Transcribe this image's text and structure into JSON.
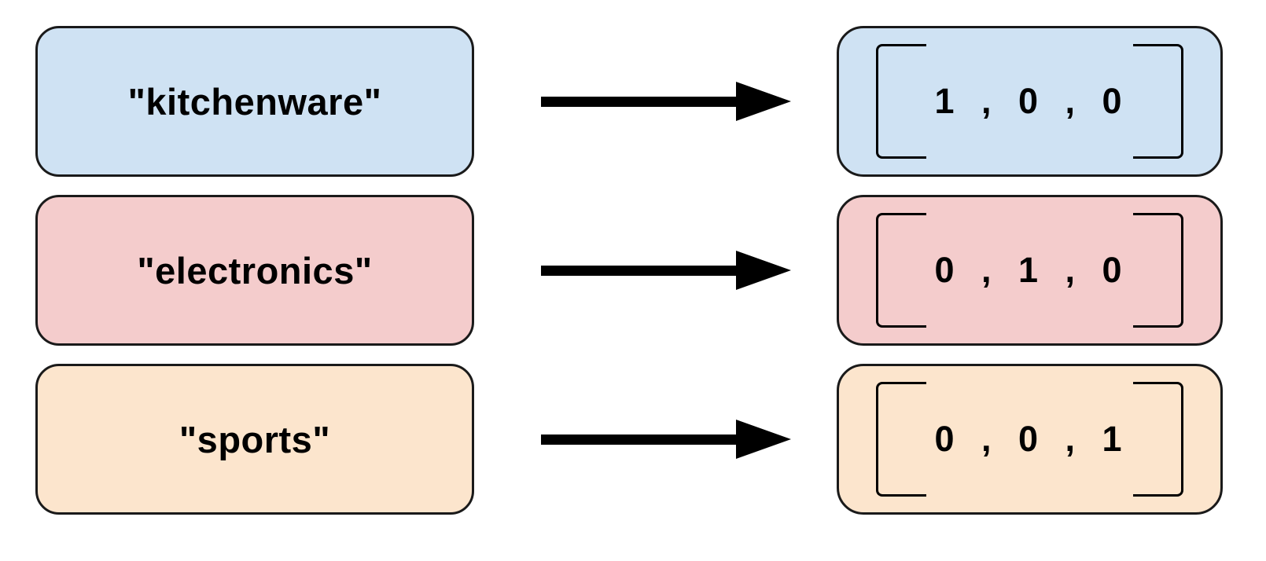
{
  "diagram": {
    "background": "#ffffff",
    "outline_color": "#1a1a1a",
    "arrow_color": "#000000",
    "text_color": "#000000",
    "rows": [
      {
        "label": "\"kitchenware\"",
        "vector": [
          1,
          0,
          0
        ],
        "vector_display": "1 , 0 , 0",
        "fill": "#cfe2f3"
      },
      {
        "label": "\"electronics\"",
        "vector": [
          0,
          1,
          0
        ],
        "vector_display": "0 , 1 , 0",
        "fill": "#f4cccc"
      },
      {
        "label": "\"sports\"",
        "vector": [
          0,
          0,
          1
        ],
        "vector_display": "0 , 0 , 1",
        "fill": "#fce5cd"
      }
    ]
  }
}
